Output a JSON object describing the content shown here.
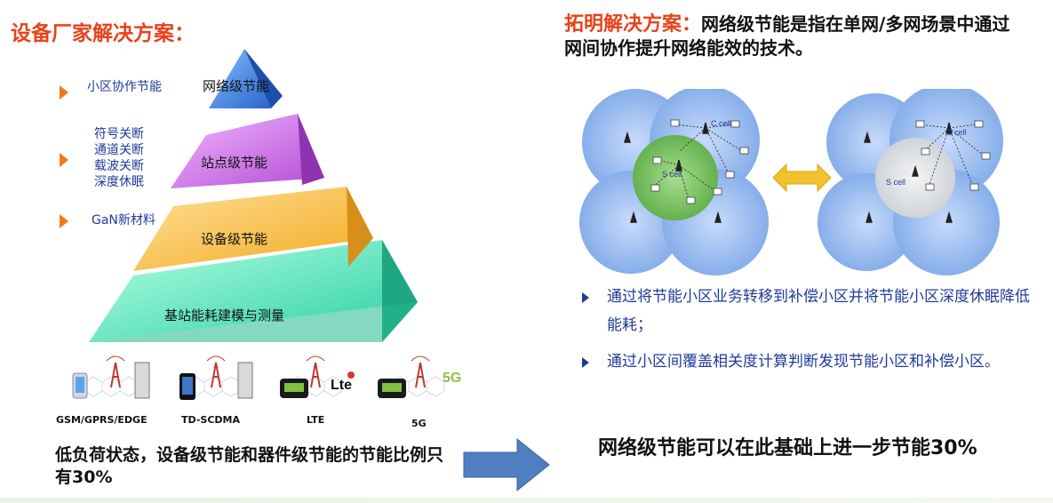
{
  "left": {
    "title": "设备厂家解决方案：",
    "pyramid": {
      "tier1": "网络级节能",
      "tier2": "站点级节能",
      "tier3": "设备级节能",
      "tier4": "基站能耗建模与测量"
    },
    "side_notes": {
      "network": "小区协作节能",
      "site": [
        "符号关断",
        "通道关断",
        "载波关断",
        "深度休眠"
      ],
      "device": "GaN新材料"
    },
    "technologies": [
      {
        "label": "GSM/GPRS/EDGE"
      },
      {
        "label": "TD-SCDMA"
      },
      {
        "label": "LTE",
        "badge": "Lte"
      },
      {
        "label": "5G",
        "badge": "5G"
      }
    ],
    "conclusion": "低负荷状态，设备级节能和器件级节能的节能比例只有30%"
  },
  "right": {
    "title_highlight": "拓明解决方案：",
    "title_rest": "网络级节能是指在单网/多网场景中通过网间协作提升网络能效的技术。",
    "diagram": {
      "c_cell_label": "C cell",
      "s_cell_label": "S cell"
    },
    "bullets": [
      "通过将节能小区业务转移到补偿小区并将节能小区深度休眠降低能耗；",
      "通过小区间覆盖相关度计算判断发现节能小区和补偿小区。"
    ],
    "conclusion": "网络级节能可以在此基础上进一步节能30%"
  },
  "colors": {
    "accent_red": "#e8421b",
    "pyramid_top": "#3a7de0",
    "pyramid_2": "#c05ce0",
    "pyramid_3": "#f3b53a",
    "pyramid_4": "#3fdcb0",
    "cell_blue": "#9fbdf0",
    "s_cell_green": "#7cc46a",
    "arrow_blue": "#4f7fc1"
  },
  "icons": [
    "play-arrow-icon",
    "phone-icon",
    "tower-icon",
    "server-rack-icon",
    "router-icon",
    "base-station-icon",
    "double-arrow-icon",
    "large-right-arrow-icon"
  ]
}
